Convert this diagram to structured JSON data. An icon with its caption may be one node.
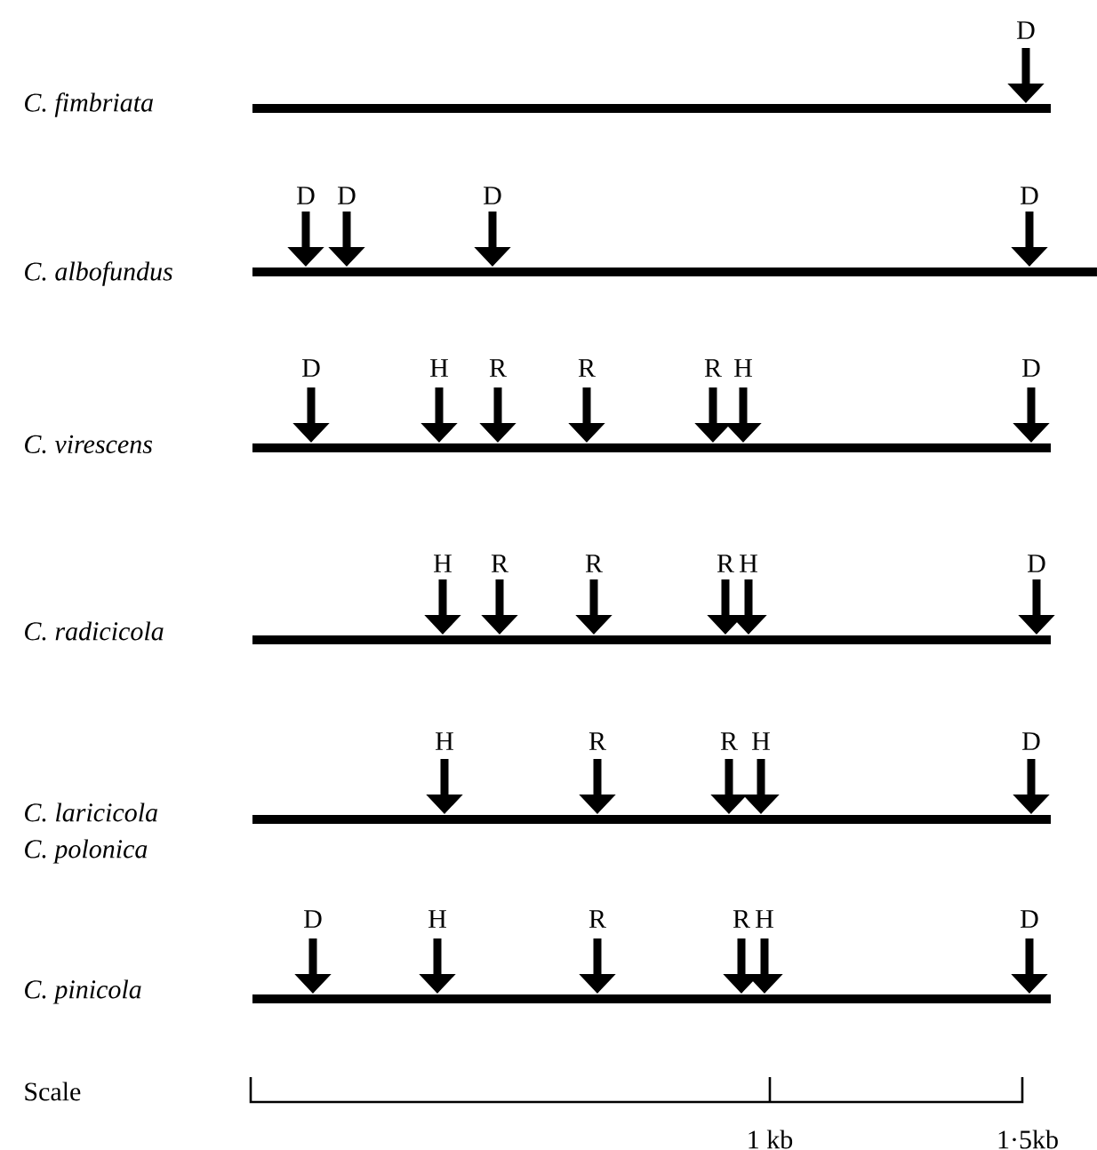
{
  "diagram": {
    "labels": [
      "D",
      "C. fimbriata",
      "D",
      "D",
      "D",
      "D",
      "C. albofundus",
      "D",
      "H",
      "R",
      "R",
      "R",
      "H",
      "D",
      "C. virescens",
      "H",
      "R",
      "R",
      "R",
      "H",
      "D",
      "C. radicicola",
      "H",
      "R",
      "R",
      "H",
      "D",
      "C. laricicola",
      "C. polonica",
      "D",
      "H",
      "R",
      "R",
      "H",
      "D",
      "C. pinicola",
      "Scale",
      "1 kb",
      "1·5kb"
    ]
  }
}
